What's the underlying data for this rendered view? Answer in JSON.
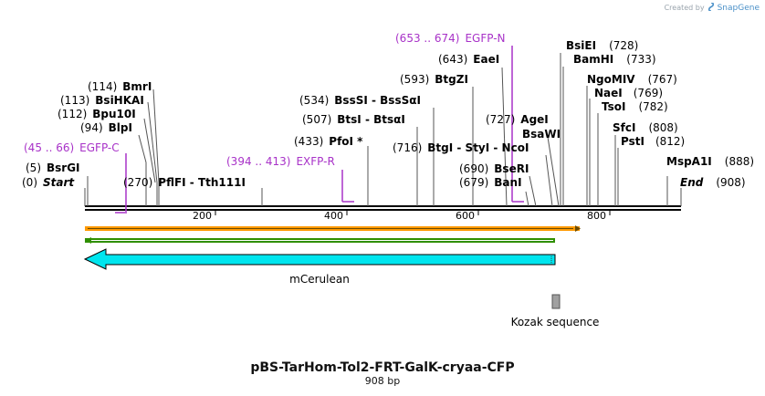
{
  "credit": {
    "prefix": "Created by",
    "brand": "SnapGene"
  },
  "plasmid": {
    "name": "pBS-TarHom-Tol2-FRT-GalK-cryaa-CFP",
    "size_label": "908 bp",
    "length_bp": 908
  },
  "colors": {
    "enzyme": "#000000",
    "primer": "#a832c8",
    "feature": "#00e5ee",
    "orf_orange": "#ff9900",
    "orf_green": "#2f8f00",
    "kozak": "#a0a0a0"
  },
  "ruler_ticks": [
    "200",
    "400",
    "600",
    "800"
  ],
  "enzymes": [
    {
      "pos": "(0)",
      "name": "Start",
      "italic": true
    },
    {
      "pos": "(5)",
      "name": "BsrGI"
    },
    {
      "pos": "(94)",
      "name": "BlpI"
    },
    {
      "pos": "(112)",
      "name": "Bpu10I"
    },
    {
      "pos": "(113)",
      "name": "BsiHKAI"
    },
    {
      "pos": "(114)",
      "name": "BmrI"
    },
    {
      "pos": "(270)",
      "name": "PflFI  -  Tth111I"
    },
    {
      "pos": "(433)",
      "name": "PfoI *"
    },
    {
      "pos": "(507)",
      "name": "BtsI  -  BtsαI"
    },
    {
      "pos": "(534)",
      "name": "BssSI  -  BssSαI"
    },
    {
      "pos": "(593)",
      "name": "BtgZI"
    },
    {
      "pos": "(643)",
      "name": "EaeI"
    },
    {
      "pos": "(679)",
      "name": "BanI"
    },
    {
      "pos": "(690)",
      "name": "BseRI"
    },
    {
      "pos": "(716)",
      "name": "BtgI  -  StyI  -  NcoI"
    },
    {
      "pos": "(727)",
      "name": "AgeI"
    },
    {
      "pos": "",
      "name": "BsaWI"
    },
    {
      "pos": "(728)",
      "name": "BsiEI"
    },
    {
      "pos": "(733)",
      "name": "BamHI"
    },
    {
      "pos": "(767)",
      "name": "NgoMIV"
    },
    {
      "pos": "(769)",
      "name": "NaeI"
    },
    {
      "pos": "(782)",
      "name": "TsoI"
    },
    {
      "pos": "(808)",
      "name": "SfcI"
    },
    {
      "pos": "(812)",
      "name": "PstI"
    },
    {
      "pos": "(888)",
      "name": "MspA1I"
    },
    {
      "pos": "(908)",
      "name": "End",
      "italic": true
    }
  ],
  "primers": [
    {
      "range": "(45 .. 66)",
      "name": "EGFP-C"
    },
    {
      "range": "(394 .. 413)",
      "name": "EXFP-R"
    },
    {
      "range": "(653 .. 674)",
      "name": "EGFP-N"
    }
  ],
  "features": [
    {
      "name": "mCerulean",
      "start": 1,
      "end": 717,
      "direction": "reverse"
    },
    {
      "name": "Kozak sequence",
      "start": 712,
      "end": 724
    }
  ],
  "orfs": [
    {
      "start": 1,
      "end": 753,
      "direction": "forward"
    },
    {
      "start": 1,
      "end": 717,
      "direction": "reverse"
    }
  ]
}
